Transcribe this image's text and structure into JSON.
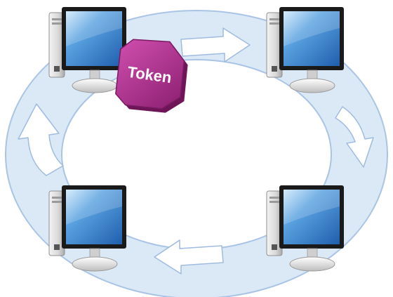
{
  "diagram": {
    "token": {
      "label": "Token"
    },
    "nodes": [
      {
        "id": "computer-top-left"
      },
      {
        "id": "computer-top-right"
      },
      {
        "id": "computer-bottom-left"
      },
      {
        "id": "computer-bottom-right"
      }
    ],
    "flow_direction": "clockwise",
    "colors": {
      "ring_fill": "#dbe9f7",
      "ring_stroke": "#a9c4e4",
      "arrow_fill": "#ffffff",
      "screen": "#3f86cf",
      "token": "#b0308f"
    }
  }
}
